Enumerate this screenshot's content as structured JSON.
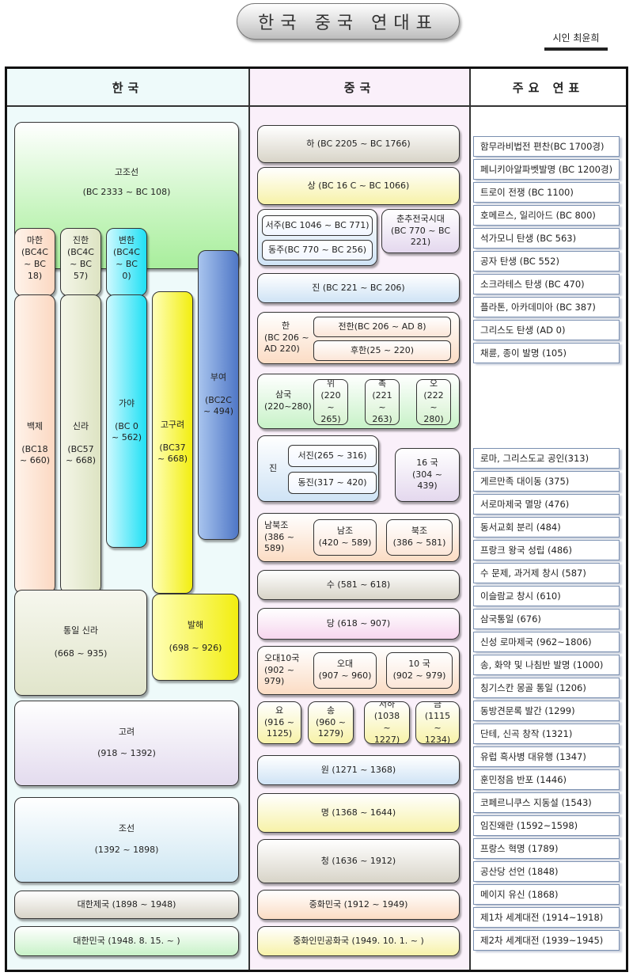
{
  "title": "한국 중국 연대표",
  "author": "시인 최윤희",
  "headers": {
    "korea": "한국",
    "china": "중국",
    "events": "주요 연표"
  },
  "korea": {
    "gojoseon": {
      "name": "고조선",
      "years": "(BC 2333 ~ BC 108)"
    },
    "mahan": {
      "name": "마한",
      "years": "(BC4C ~ BC 18)"
    },
    "jinhan": {
      "name": "진한",
      "years": "(BC4C ~ BC 57)"
    },
    "byeonhan": {
      "name": "변한",
      "years": "(BC4C ~ BC 0)"
    },
    "baekje": {
      "name": "백제",
      "years": "(BC18 ~ 660)"
    },
    "silla": {
      "name": "신라",
      "years": "(BC57 ~ 668)"
    },
    "gaya": {
      "name": "가야",
      "years": "(BC 0 ~ 562)"
    },
    "goguryeo": {
      "name": "고구려",
      "years": "(BC37 ~ 668)"
    },
    "buyeo": {
      "name": "부여",
      "years": "(BC2C ~ 494)"
    },
    "unified_silla": {
      "name": "통일 신라",
      "years": "(668 ~ 935)"
    },
    "balhae": {
      "name": "발해",
      "years": "(698 ~ 926)"
    },
    "goryeo": {
      "name": "고려",
      "years": "(918 ~ 1392)"
    },
    "joseon": {
      "name": "조선",
      "years": "(1392 ~ 1898)"
    },
    "korean_empire": "대한제국 (1898 ~ 1948)",
    "republic_korea": "대한민국 (1948. 8. 15. ~ )"
  },
  "china": {
    "xia": "하 (BC 2205 ~ BC 1766)",
    "shang": "상 (BC 16 C ~ BC 1066)",
    "western_zhou": "서주(BC 1046 ~ BC 771)",
    "eastern_zhou": "동주(BC 770 ~ BC 256)",
    "spring_autumn": {
      "name": "춘추전국시대",
      "years": "(BC 770 ~ BC 221)"
    },
    "qin": "진 (BC 221 ~ BC 206)",
    "han": {
      "name": "한",
      "years": "(BC 206 ~ AD 220)"
    },
    "former_han": "전한(BC 206 ~ AD 8)",
    "later_han": "후한(25 ~ 220)",
    "three_kingdoms": {
      "name": "삼국",
      "years": "(220~280)"
    },
    "wei": {
      "name": "위",
      "years": "(220 ~ 265)"
    },
    "shu": {
      "name": "촉",
      "years": "(221 ~ 263)"
    },
    "wu": {
      "name": "오",
      "years": "(222 ~ 280)"
    },
    "jin": {
      "name": "진"
    },
    "western_jin": "서진(265 ~ 316)",
    "eastern_jin": "동진(317 ~ 420)",
    "sixteen_kingdoms": {
      "name": "16 국",
      "years": "(304 ~ 439)"
    },
    "nanbeichao": {
      "name": "남북조",
      "years": "(386 ~ 589)"
    },
    "southern": {
      "name": "남조",
      "years": "(420 ~ 589)"
    },
    "northern": {
      "name": "북조",
      "years": "(386 ~ 581)"
    },
    "sui": "수 (581 ~ 618)",
    "tang": "당 (618 ~ 907)",
    "five_dynasties": {
      "name": "오대10국",
      "years": "(902 ~ 979)"
    },
    "five_d": {
      "name": "오대",
      "years": "(907 ~ 960)"
    },
    "ten_k": {
      "name": "10 국",
      "years": "(902 ~ 979)"
    },
    "liao": {
      "name": "요",
      "years": "(916 ~ 1125)"
    },
    "song": {
      "name": "송",
      "years": "(960 ~ 1279)"
    },
    "xixia": {
      "name": "서하",
      "years": "(1038 ~ 1227)"
    },
    "jin_dyn": {
      "name": "금",
      "years": "(1115 ~ 1234)"
    },
    "yuan": "원 (1271 ~ 1368)",
    "ming": "명 (1368 ~ 1644)",
    "qing": "청 (1636 ~ 1912)",
    "roc": "중화민국 (1912 ~ 1949)",
    "prc": "중화인민공화국 (1949. 10. 1. ~ )"
  },
  "events_group1": [
    "함무라비법전 편찬(BC 1700경)",
    "페니키아알파벳발명 (BC 1200경)",
    "트로이 전쟁 (BC 1100)",
    "호메르스, 일리아드 (BC 800)",
    "석가모니 탄생 (BC 563)",
    "공자 탄생 (BC 552)",
    "소크라테스 탄생 (BC 470)",
    "플라톤, 아카데미아 (BC 387)",
    "그리스도 탄생 (AD 0)",
    "채륜, 종이 발명 (105)"
  ],
  "events_group2": [
    "로마, 그리스도교 공인(313)",
    "게르만족 대이동 (375)",
    "서로마제국 멸망 (476)",
    "동서교회 분리 (484)",
    "프랑크 왕국 성립 (486)",
    "수 문제, 과거제 창시 (587)",
    "이슬람교 창시 (610)",
    "삼국통일 (676)",
    "신성 로마제국 (962~1806)",
    "송, 화약 및 나침반 발명 (1000)",
    "칭기스칸 몽골 통일 (1206)",
    "동방견문록 발간 (1299)",
    "단테, 신곡 창작 (1321)",
    "유럽 흑사병 대유행 (1347)",
    "훈민정음 반포 (1446)",
    "코페르니쿠스 지동설 (1543)",
    "임진왜란 (1592~1598)",
    "프랑스 혁명 (1789)",
    "공산당 선언 (1848)",
    "메이지 유신 (1868)",
    "제1차 세계대전 (1914~1918)",
    "제2차 세계대전 (1939~1945)"
  ]
}
